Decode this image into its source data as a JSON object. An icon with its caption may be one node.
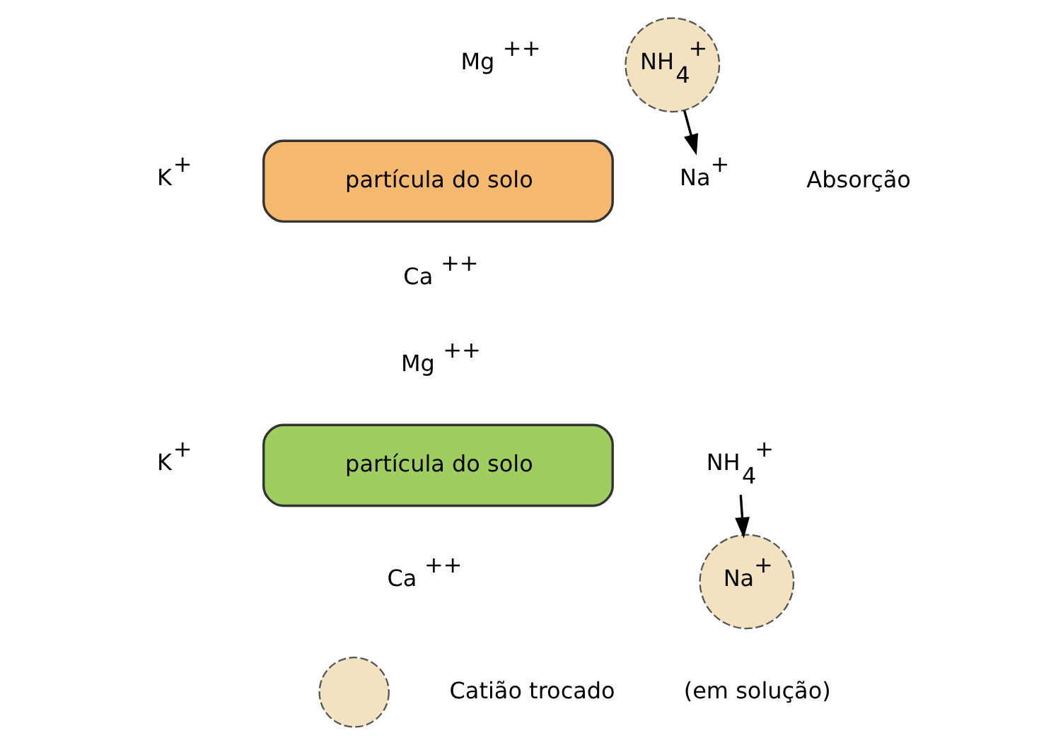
{
  "diagram": {
    "nodes": [
      {
        "text": [
          "NH$_{4}$$^{+}$"
        ]
      },
      {
        "text": [
          "partícula do solo"
        ]
      },
      {
        "text": [
          "Na$^{+}$"
        ]
      },
      {
        "text": [
          "partícula do solo"
        ]
      },
      {
        "text": [
          "NH$_{4}$$^{+}$"
        ]
      },
      {
        "text": [
          "Na$^{+}$"
        ],
        "beside": [
          "(em solução)"
        ]
      },
      {
        "text": [],
        "shape": "circle"
      }
    ],
    "edges": [
      {
        "from": 0,
        "to": 2,
        "arrow": "to"
      },
      {
        "from": 4,
        "to": 5,
        "arrow": "to"
      }
    ],
    "labels": [
      "Mg $^{++}$",
      "K$^{+}$",
      "Ca $^{++}$",
      "Absorção",
      "Mg $^{++}$",
      "K$^{+}$",
      "Ca $^{++}$"
    ],
    "legend": [
      {
        "text": "Catião trocado"
      }
    ]
  }
}
